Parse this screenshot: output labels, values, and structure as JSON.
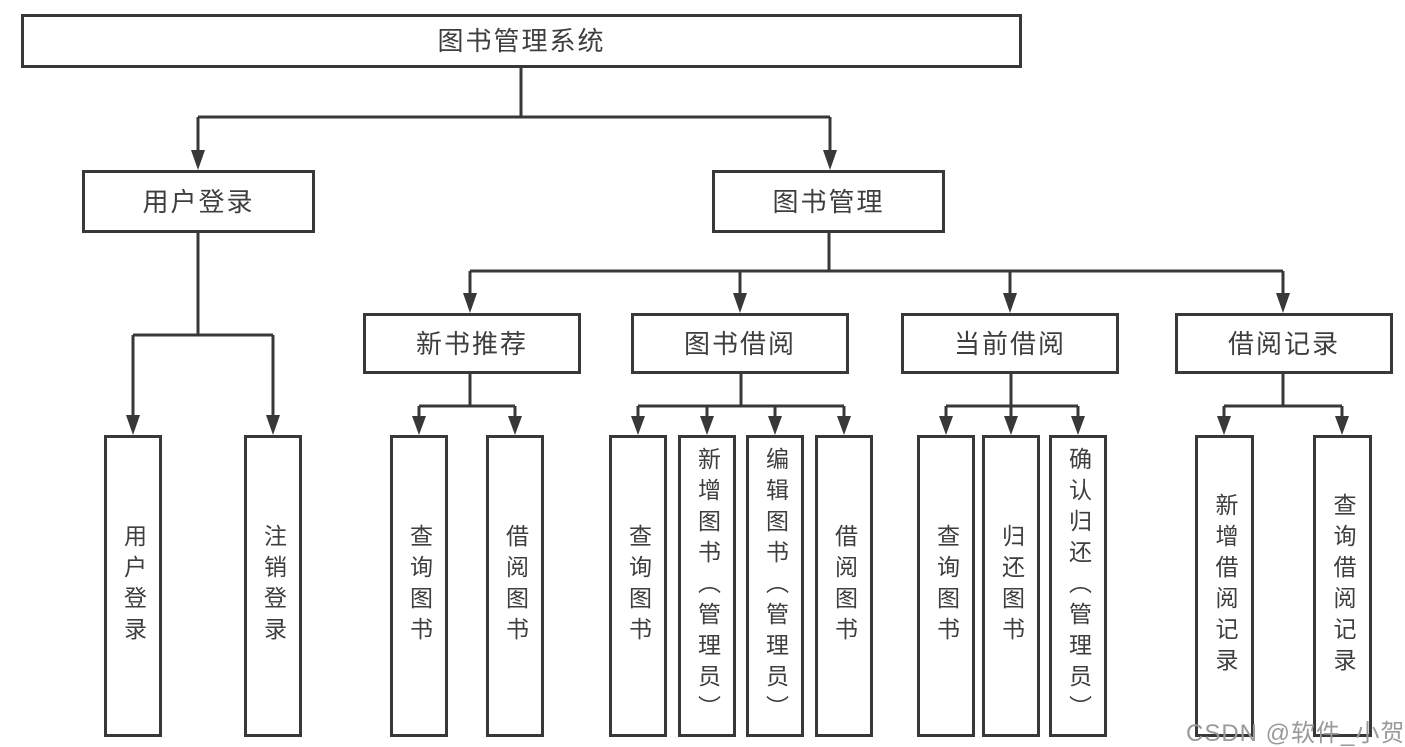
{
  "tree": {
    "root": {
      "label": "图书管理系统"
    },
    "user": {
      "label": "用户登录",
      "children": [
        {
          "label": "用户登录"
        },
        {
          "label": "注销登录"
        }
      ]
    },
    "books": {
      "label": "图书管理",
      "sections": [
        {
          "label": "新书推荐",
          "children": [
            {
              "label": "查询图书"
            },
            {
              "label": "借阅图书"
            }
          ]
        },
        {
          "label": "图书借阅",
          "children": [
            {
              "label": "查询图书"
            },
            {
              "label": "新增图书（管理员）"
            },
            {
              "label": "编辑图书（管理员）"
            },
            {
              "label": "借阅图书"
            }
          ]
        },
        {
          "label": "当前借阅",
          "children": [
            {
              "label": "查询图书"
            },
            {
              "label": "归还图书"
            },
            {
              "label": "确认归还（管理员）"
            }
          ]
        },
        {
          "label": "借阅记录",
          "children": [
            {
              "label": "新增借阅记录"
            },
            {
              "label": "查询借阅记录"
            }
          ]
        }
      ]
    }
  },
  "watermark": {
    "text": "CSDN @软件_小贺同学"
  },
  "colors": {
    "line": "#383838",
    "text": "#3e3e3e",
    "watermark": "#9a9a9a",
    "background": "#ffffff"
  }
}
